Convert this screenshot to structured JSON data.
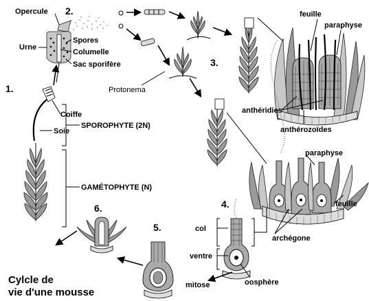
{
  "title": [
    "Cylcle de",
    "vie d'une mousse"
  ],
  "steps": [
    "1.",
    "2.",
    "3.",
    "4.",
    "5.",
    "6."
  ],
  "labels": {
    "opercule": "Opercule",
    "urne": "Urne",
    "spores": "Spores",
    "columelle": "Columelle",
    "sac_sporifere": "Sac sporifère",
    "coiffe": "Coiffe",
    "soie": "Soie",
    "sporophyte": "SPOROPHYTE (2N)",
    "gametophyte": "GAMÉTOPHYTE (N)",
    "protonema": "Protonema",
    "feuille_top": "feuille",
    "paraphyse_top": "paraphyse",
    "antheridies": "anthéridies",
    "antherozoides": "anthérozoïdes",
    "paraphyse_bottom": "paraphyse",
    "feuille_bottom": "feuille",
    "archegone": "archégone",
    "col": "col",
    "ventre": "ventre",
    "oosphere": "oosphère",
    "mitose": "mitose"
  }
}
